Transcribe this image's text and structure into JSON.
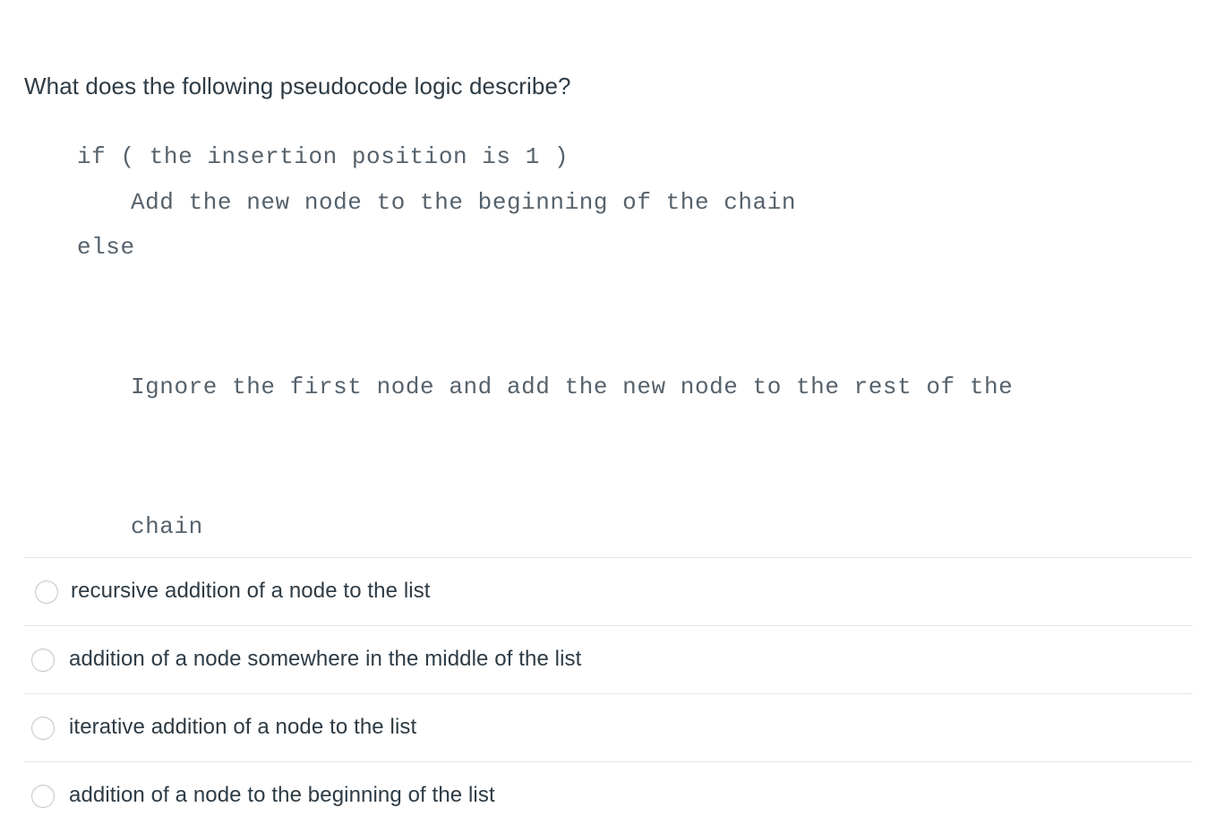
{
  "question": {
    "prompt": "What does the following pseudocode logic describe?",
    "pseudocode": {
      "line_1": "if ( the insertion position is 1 )",
      "line_2": "Add the new node to the beginning of the chain",
      "line_3": "else",
      "line_4": "Ignore the first node and add the new node to the rest of the",
      "line_4_cont": "chain"
    }
  },
  "answers": {
    "options": [
      {
        "label": "recursive addition of a node to the list",
        "selected": false
      },
      {
        "label": "addition of a node somewhere in the middle of the list",
        "selected": false
      },
      {
        "label": "iterative addition of a node to the list",
        "selected": false
      },
      {
        "label": "addition of a node to the beginning of the list",
        "selected": false
      }
    ]
  },
  "colors": {
    "text_primary": "#2d3b45",
    "code_text": "#55626d",
    "divider": "#e3e5e7",
    "radio_border": "#c5cace",
    "background": "#ffffff"
  }
}
